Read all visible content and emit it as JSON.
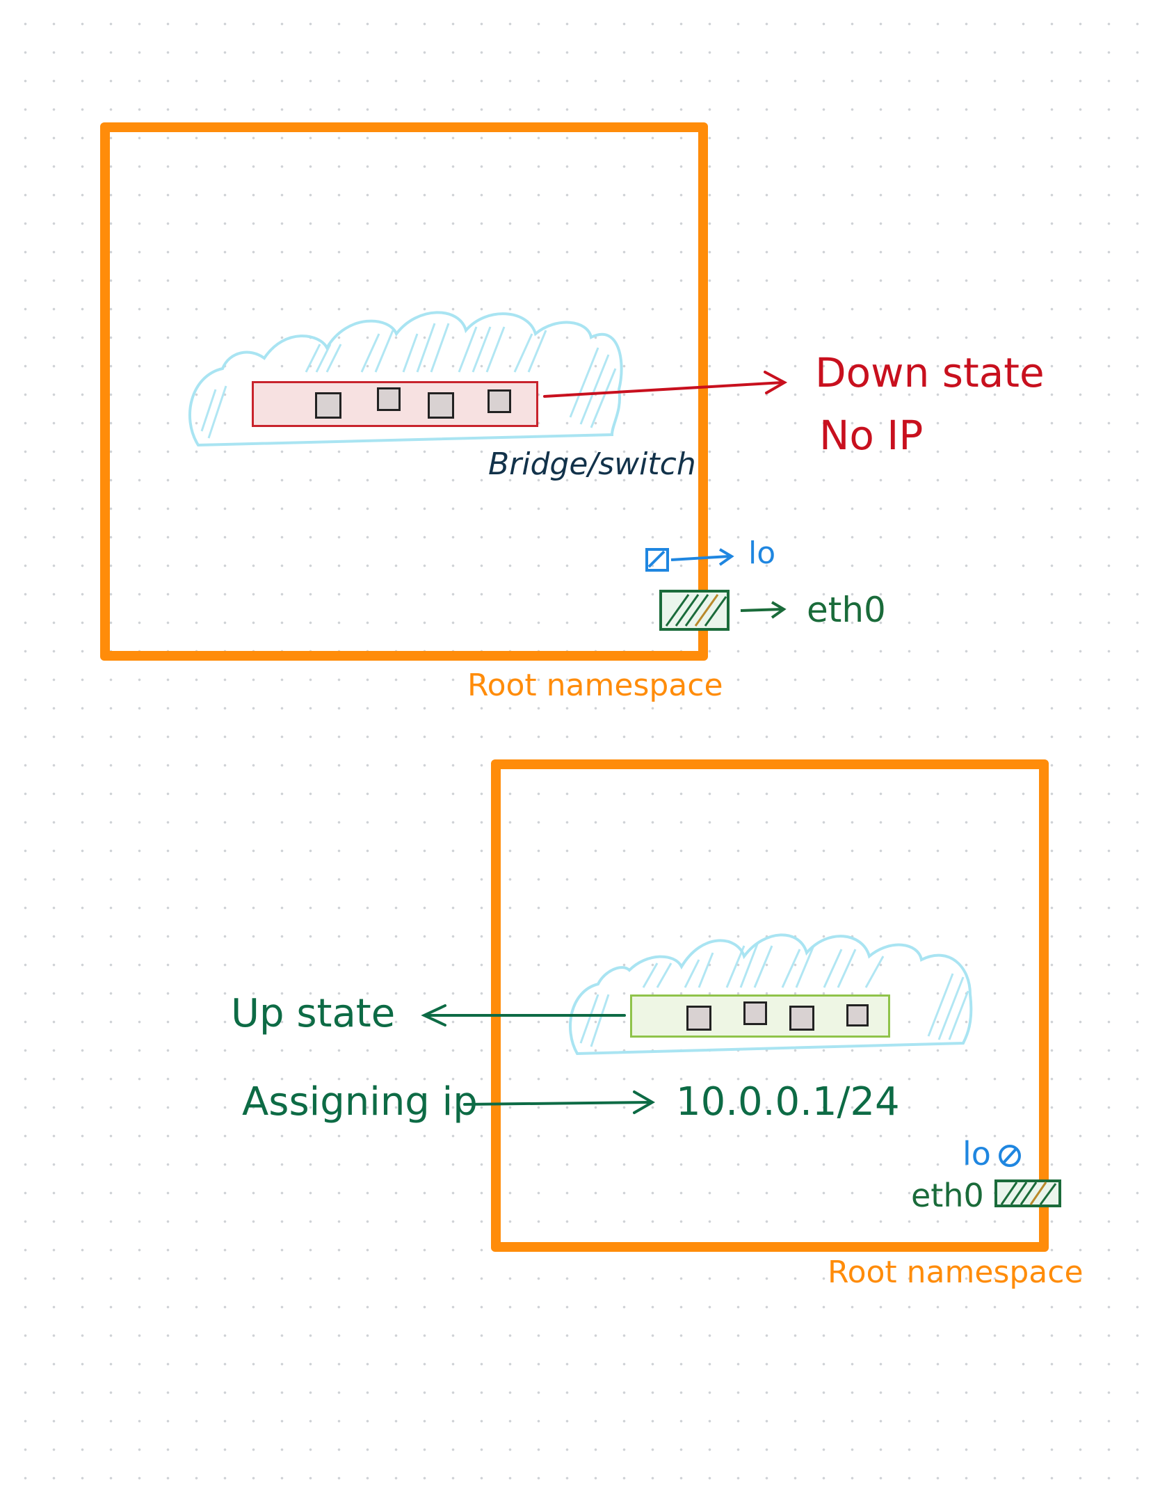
{
  "diagram": {
    "top": {
      "bridge_label": "Bridge/switch",
      "state_line1": "Down state",
      "state_line2": "No IP",
      "lo_label": "lo",
      "eth_label": "eth0",
      "namespace_label": "Root namespace"
    },
    "bottom": {
      "state_label": "Up state",
      "assign_label": "Assigning ip",
      "ip_value": "10.0.0.1/24",
      "lo_label": "lo",
      "eth_label": "eth0",
      "namespace_label": "Root namespace"
    },
    "colors": {
      "namespace_box": "#ff8c0a",
      "cloud": "#a9e4f2",
      "down_bridge_border": "#c8232c",
      "down_bridge_fill": "#f7e1e1",
      "up_bridge_border": "#8fc34a",
      "up_bridge_fill": "#eef6e4",
      "down_text": "#c8101e",
      "up_text": "#0d6b45",
      "lo": "#1f86e0",
      "eth": "#1a6b3a",
      "bridge_text": "#12324a"
    }
  }
}
